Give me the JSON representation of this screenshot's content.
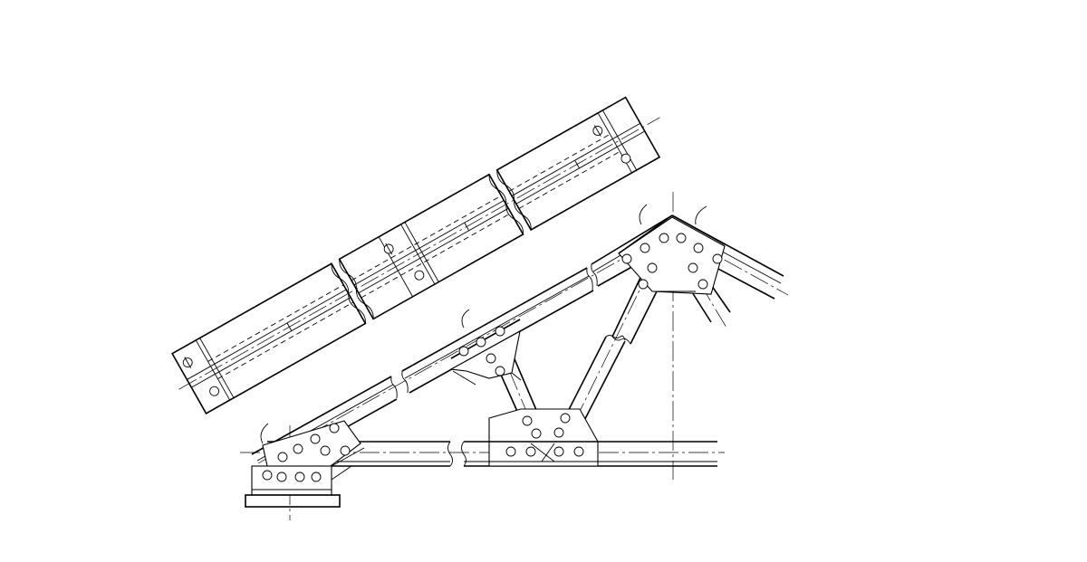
{
  "drawing": {
    "kind": "steel roof truss connection detail",
    "views": [
      "rafter-plan-view",
      "truss-elevation"
    ],
    "line_color": "#000000",
    "background_color": "#ffffff"
  }
}
